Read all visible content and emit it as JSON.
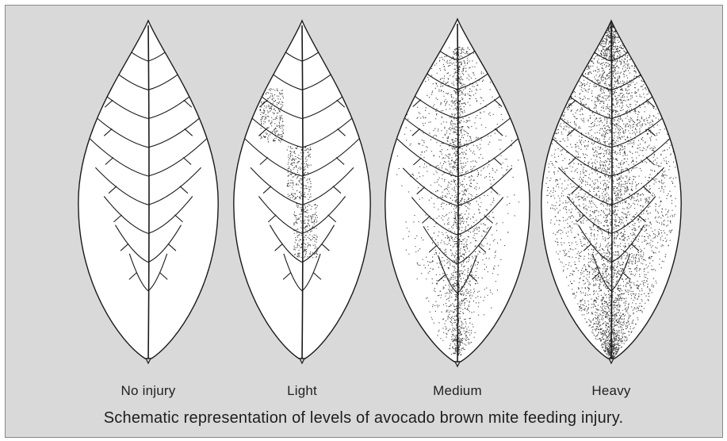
{
  "figure": {
    "caption": "Schematic representation of levels of avocado brown mite feeding injury."
  },
  "leaves": [
    {
      "label": "No injury",
      "injury": 0
    },
    {
      "label": "Light",
      "injury": 0.15
    },
    {
      "label": "Medium",
      "injury": 0.5
    },
    {
      "label": "Heavy",
      "injury": 1
    }
  ],
  "colors": {
    "background": "#d9d9d9",
    "leaf_fill": "#ffffff",
    "ink": "#1a1a1a"
  }
}
